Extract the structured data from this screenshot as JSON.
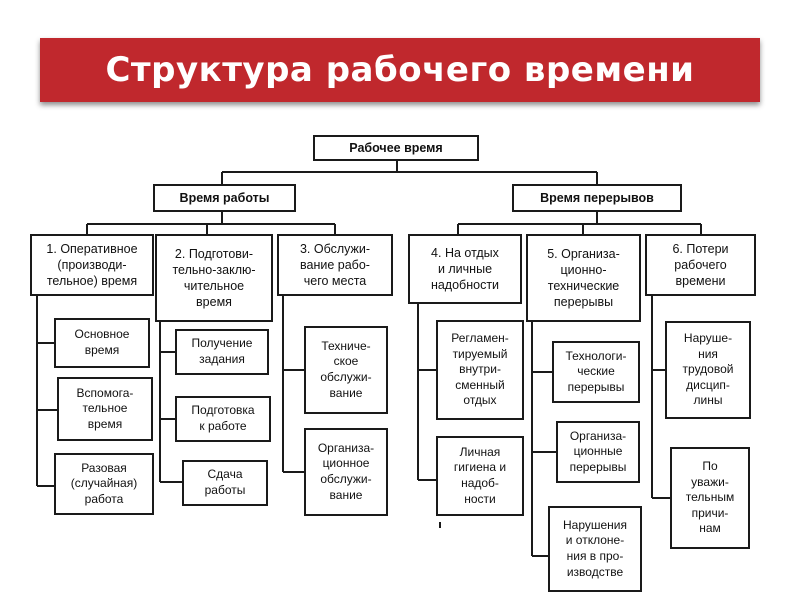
{
  "title": "Структура рабочего времени",
  "diagram": {
    "root": "Рабочее время",
    "level1": {
      "work": "Время работы",
      "breaks": "Время перерывов"
    },
    "categories": {
      "c1": "1. Оперативное\n(производи-\nтельное) время",
      "c2": "2. Подготови-\nтельно-заклю-\nчительное\nвремя",
      "c3": "3. Обслужи-\nвание рабо-\nчего места",
      "c4": "4. На отдых\nи личные\nнадобности",
      "c5": "5. Организа-\nционно-\nтехнические\nперерывы",
      "c6": "6. Потери\nрабочего\nвремени"
    },
    "leaves": {
      "c1": [
        "Основное\nвремя",
        "Вспомога-\nтельное\nвремя",
        "Разовая\n(случайная)\nработа"
      ],
      "c2": [
        "Получение\nзадания",
        "Подготовка\nк работе",
        "Сдача\nработы"
      ],
      "c3": [
        "Техниче-\nское\nобслужи-\nвание",
        "Организа-\nционное\nобслужи-\nвание"
      ],
      "c4": [
        "Регламен-\nтируемый\nвнутри-\nсменный\nотдых",
        "Личная\nгигиена и\nнадоб-\nности"
      ],
      "c5": [
        "Технологи-\nческие\nперерывы",
        "Организа-\nционные\nперерывы",
        "Нарушения\nи отклоне-\nния в про-\nизводстве"
      ],
      "c6": [
        "Наруше-\nния\nтрудовой\nдисцип-\nлины",
        "По\nуважи-\nтельным\nпричи-\nнам"
      ]
    }
  }
}
